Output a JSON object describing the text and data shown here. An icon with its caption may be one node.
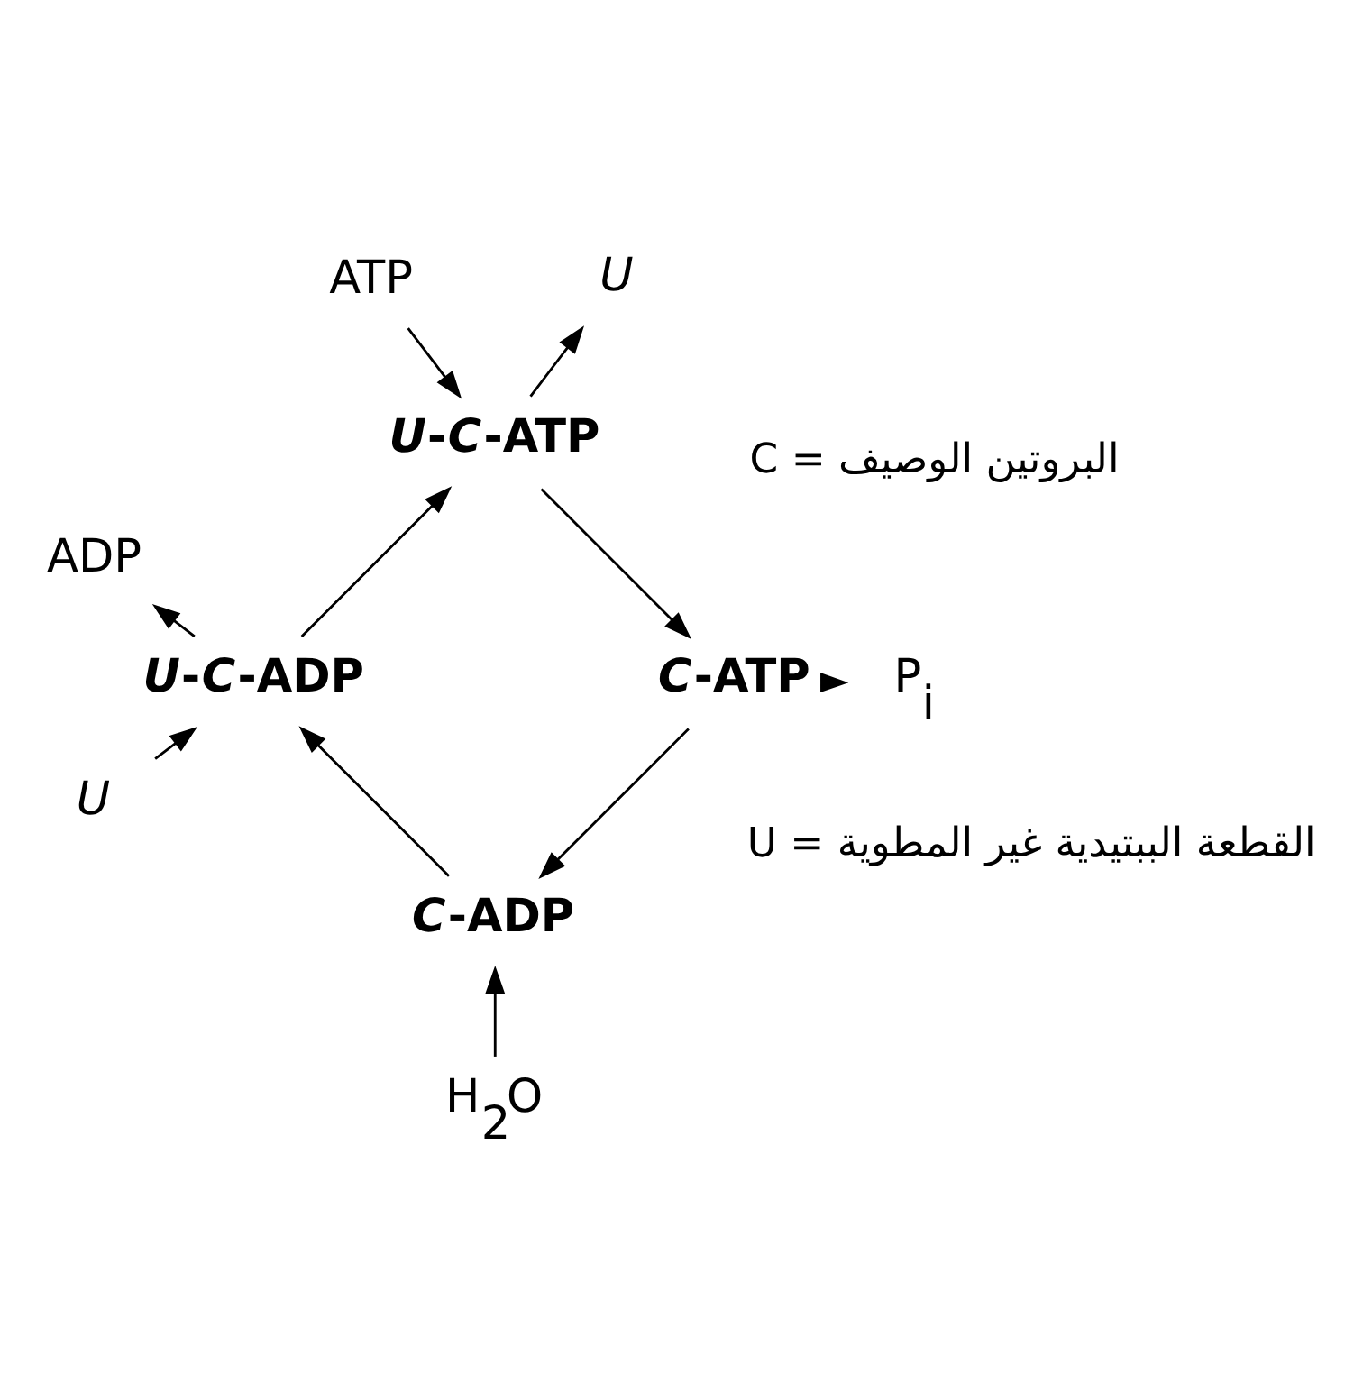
{
  "diagram": {
    "nodes": [
      {
        "text": [
          "*C*-ADP"
        ]
      },
      {
        "text": [
          "*U*"
        ]
      },
      {
        "text": [
          "*U*-*C*-ADP"
        ]
      },
      {
        "text": [
          "ATP"
        ]
      },
      {
        "text": [
          "ADP"
        ]
      },
      {
        "text": [
          "*U*-*C*-ATP"
        ]
      },
      {
        "text": [
          "*U*"
        ]
      },
      {
        "text": [
          "*C*-ATP"
        ]
      },
      {
        "text": [
          "H$_{2}$O"
        ]
      },
      {
        "text": [
          "P$_{i}$"
        ]
      }
    ],
    "edges": [
      {
        "from": 0,
        "to": 2,
        "arrow": "to"
      },
      {
        "from": 1,
        "to": 2,
        "arrow": "to"
      },
      {
        "from": 2,
        "to": 5,
        "arrow": "to"
      },
      {
        "from": 3,
        "to": 5,
        "arrow": "to"
      },
      {
        "from": 2,
        "to": 4,
        "arrow": "to"
      },
      {
        "from": 5,
        "to": 7,
        "arrow": "to"
      },
      {
        "from": 5,
        "to": 6,
        "arrow": "to"
      },
      {
        "from": 7,
        "to": 0,
        "arrow": "to"
      },
      {
        "from": 8,
        "to": 0,
        "arrow": "to"
      },
      {
        "from": 7,
        "to": 9,
        "arrow": "to"
      }
    ],
    "labels": [
      "C = البروتين الوصيف",
      "U = القطعة الببتيدية غير المطوية"
    ]
  }
}
